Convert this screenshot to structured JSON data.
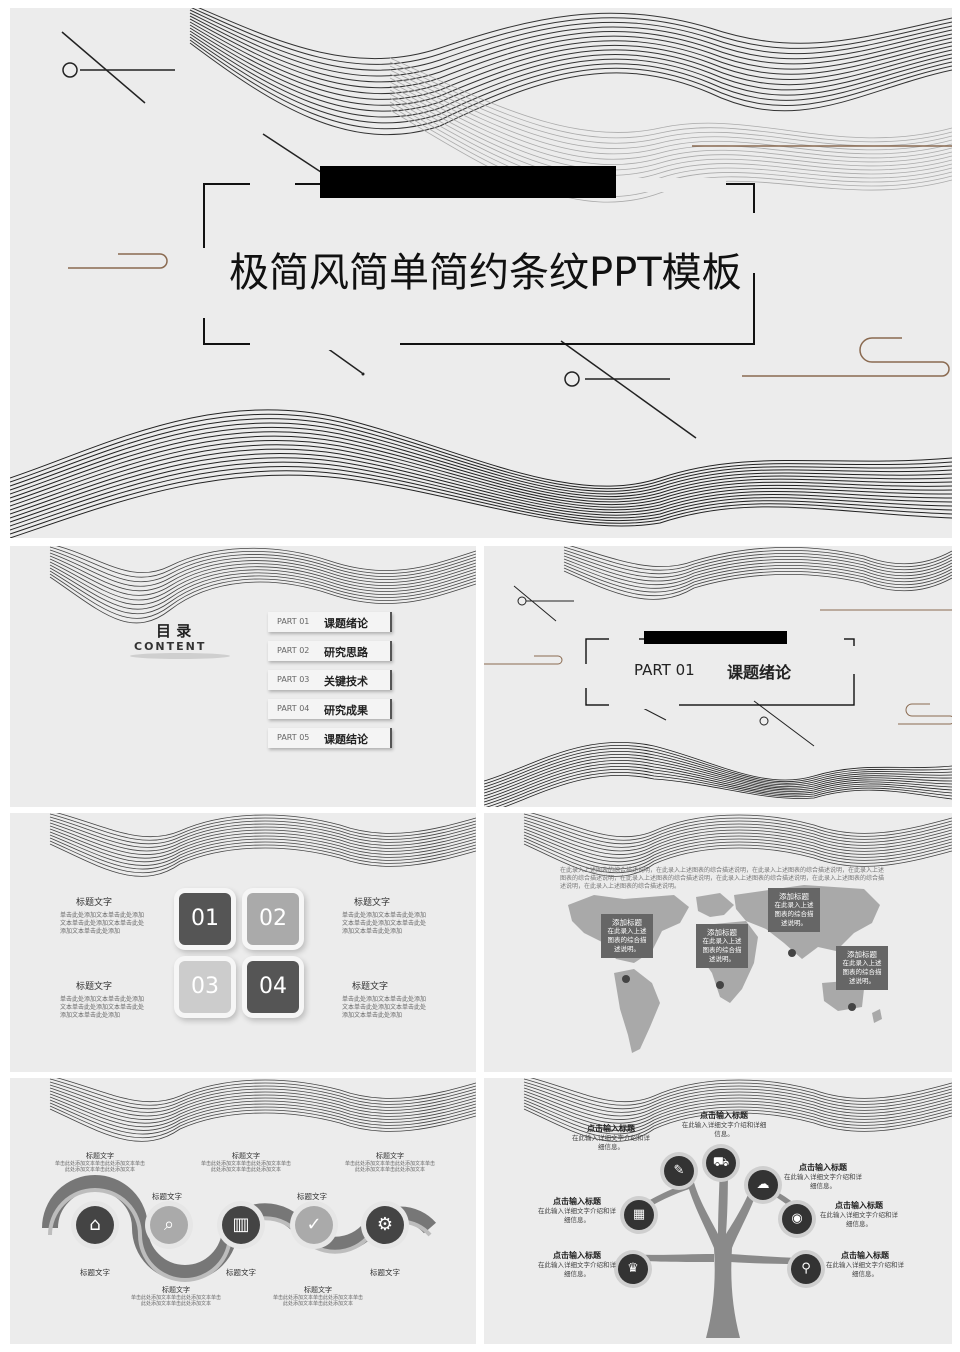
{
  "cover": {
    "title": "极简风简单简约条纹PPT模板"
  },
  "toc": {
    "title": "目 录",
    "subtitle": "CONTENT",
    "items": [
      {
        "part": "PART 01",
        "label": "课题绪论"
      },
      {
        "part": "PART 02",
        "label": "研究思路"
      },
      {
        "part": "PART 03",
        "label": "关键技术"
      },
      {
        "part": "PART 04",
        "label": "研究成果"
      },
      {
        "part": "PART 05",
        "label": "课题结论"
      }
    ]
  },
  "section": {
    "part": "PART 01",
    "title": "课题绪论"
  },
  "numbers": {
    "squares": [
      "01",
      "02",
      "03",
      "04"
    ],
    "blocks": [
      {
        "title": "标题文字",
        "text": "单击此处添加文本单击此处添加文本单击此处添加文本单击此处添加文本单击此处添加"
      },
      {
        "title": "标题文字",
        "text": "单击此处添加文本单击此处添加文本单击此处添加文本单击此处添加文本单击此处添加"
      },
      {
        "title": "标题文字",
        "text": "单击此处添加文本单击此处添加文本单击此处添加文本单击此处添加文本单击此处添加"
      },
      {
        "title": "标题文字",
        "text": "单击此处添加文本单击此处添加文本单击此处添加文本单击此处添加文本单击此处添加"
      }
    ]
  },
  "map": {
    "intro": "在此录入上述图表的综合描述说明，在此录入上述图表的综合描述说明，在此录入上述图表的综合描述说明，在此录入上述图表的综合描述说明，在此录入上述图表的综合描述说明，在此录入上述图表的综合描述说明，在此录入上述图表的综合描述说明，在此录入上述图表的综合描述说明。",
    "callouts": [
      {
        "title": "添加标题",
        "text": "在此录入上述图表的综合描述说明。"
      },
      {
        "title": "添加标题",
        "text": "在此录入上述图表的综合描述说明。"
      },
      {
        "title": "添加标题",
        "text": "在此录入上述图表的综合描述说明。"
      },
      {
        "title": "添加标题",
        "text": "在此录入上述图表的综合描述说明。"
      }
    ]
  },
  "wave": {
    "top_blocks": [
      {
        "title": "标题文字",
        "text": "单击此处添加文本单击此处添加文本单击此处添加文本单击此处添加文本"
      },
      {
        "title": "标题文字",
        "text": "单击此处添加文本单击此处添加文本单击此处添加文本单击此处添加文本"
      },
      {
        "title": "标题文字",
        "text": "单击此处添加文本单击此处添加文本单击此处添加文本单击此处添加文本"
      }
    ],
    "mid_labels": [
      "标题文字",
      "标题文字"
    ],
    "bottom_labels": [
      "标题文字",
      "标题文字",
      "标题文字"
    ],
    "bottom_blocks": [
      {
        "title": "标题文字",
        "text": "单击此处添加文本单击此处添加文本单击此处添加文本单击此处添加文本"
      },
      {
        "title": "标题文字",
        "text": "单击此处添加文本单击此处添加文本单击此处添加文本单击此处添加文本"
      }
    ]
  },
  "tree": {
    "nodes": [
      {
        "title": "点击输入标题",
        "text": "在此输入详细文字介绍和详细信息。"
      },
      {
        "title": "点击输入标题",
        "text": "在此输入详细文字介绍和详细信息。"
      },
      {
        "title": "点击输入标题",
        "text": "在此输入详细文字介绍和详细信息。"
      },
      {
        "title": "点击输入标题",
        "text": "在此输入详细文字介绍和详细信息。"
      },
      {
        "title": "点击输入标题",
        "text": "在此输入详细文字介绍和详细信息。"
      },
      {
        "title": "点击输入标题",
        "text": "在此输入详细文字介绍和详细信息。"
      },
      {
        "title": "点击输入标题",
        "text": "在此输入详细文字介绍和详细信息。"
      }
    ]
  },
  "icons": {
    "wave": [
      "home-icon",
      "search-icon",
      "bar-chart-icon",
      "check-icon",
      "gear-icon"
    ],
    "tree": [
      "pencil-icon",
      "truck-icon",
      "chat-icon",
      "qr-code-icon",
      "weibo-icon",
      "trophy-icon",
      "pin-icon"
    ]
  },
  "colors": {
    "accent": "#000000",
    "bronze": "#8a6a50",
    "background": "#ececec"
  }
}
